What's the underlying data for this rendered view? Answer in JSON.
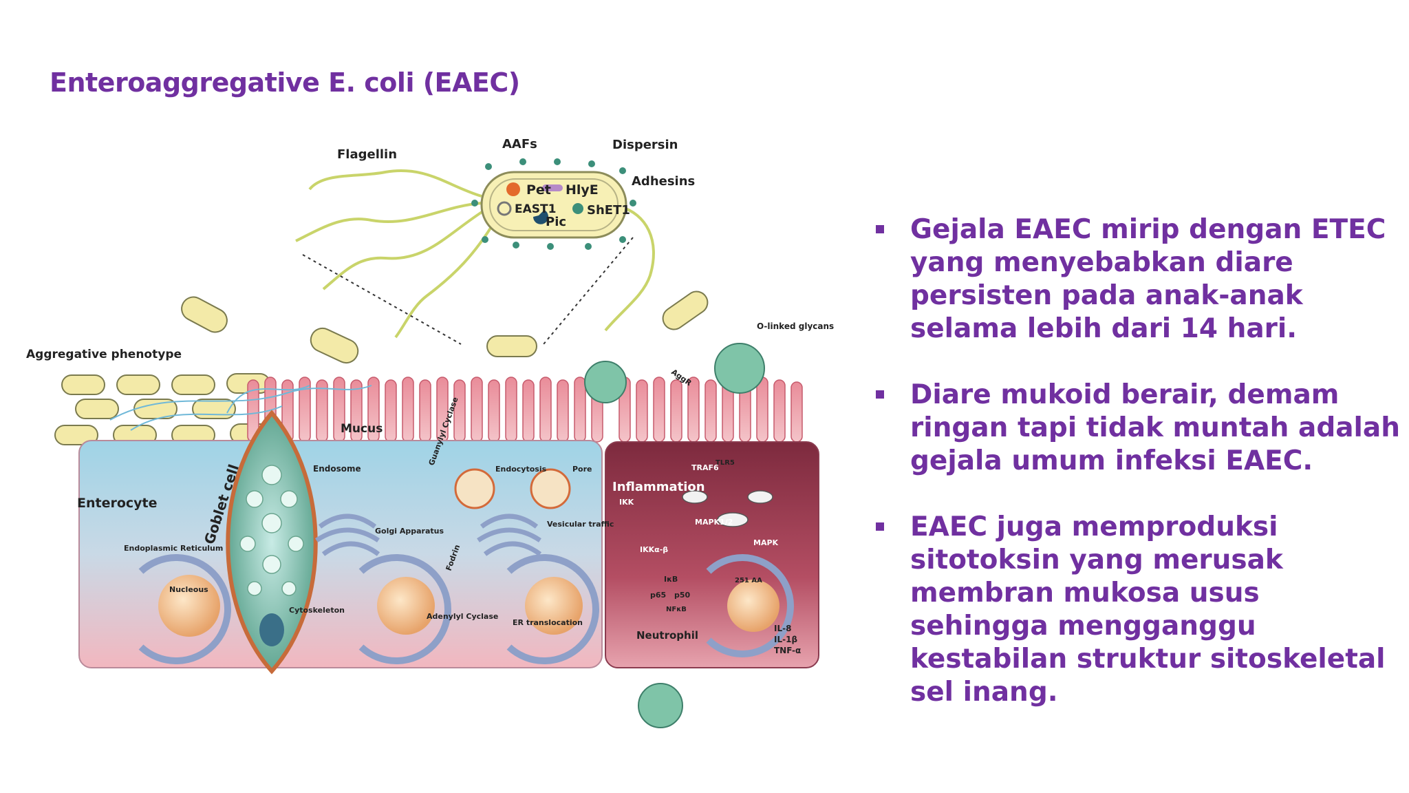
{
  "slide": {
    "title": "Enteroaggregative E. coli (EAEC)"
  },
  "figure": {
    "labels": {
      "flagellin": "Flagellin",
      "aafs": "AAFs",
      "dispersin": "Dispersin",
      "adhesins": "Adhesins",
      "pet": "Pet",
      "hlye": "HlyE",
      "east1": "EAST1",
      "shet1": "ShET1",
      "pic": "Pic",
      "aggregative_phenotype": "Aggregative phenotype",
      "o_linked_glycans": "O-linked glycans",
      "mucus": "Mucus",
      "aggr": "AggR",
      "tlr5": "TLR5",
      "traf6": "TRAF6",
      "endosome": "Endosome",
      "guanylyl_cyclase": "Guanylyl Cyclase",
      "endocytosis": "Endocytosis",
      "pore": "Pore",
      "inflammation": "Inflammation",
      "enterocyte": "Enterocyte",
      "goblet_cell": "Goblet cell",
      "ikk": "IKK",
      "mapk12": "MAPK1/2",
      "mapk": "MAPK",
      "vesicular_traffic": "Vesicular traffic",
      "golgi_apparatus": "Golgi Apparatus",
      "endoplasmic_reticulum": "Endoplasmic Reticulum",
      "ikk_ab": "IKKα-β",
      "fodrin": "Fodrin",
      "nucleous": "Nucleous",
      "cytoskeleton": "Cytoskeleton",
      "adenylyl_cyclase": "Adenylyl Cyclase",
      "er_translocation": "ER translocation",
      "ikb": "IκB",
      "p65": "p65",
      "p50": "p50",
      "nfkb": "NFκB",
      "aa251": "251 AA",
      "neutrophil": "Neutrophil",
      "il8": "IL-8",
      "il1b": "IL-1β",
      "tnfa": "TNF-α"
    }
  },
  "bullets": [
    {
      "text": "Gejala EAEC mirip dengan ETEC yang menyebabkan diare persisten pada anak-anak selama lebih dari 14 hari."
    },
    {
      "text": "Diare mukoid berair, demam ringan tapi tidak muntah adalah gejala umum infeksi EAEC."
    },
    {
      "text": "EAEC juga memproduksi sitotoksin yang merusak membran mukosa usus sehingga mengganggu kestabilan struktur sitoskeletal sel inang."
    }
  ],
  "colors": {
    "title": "#7030a0",
    "bullet_text": "#7030a0"
  }
}
